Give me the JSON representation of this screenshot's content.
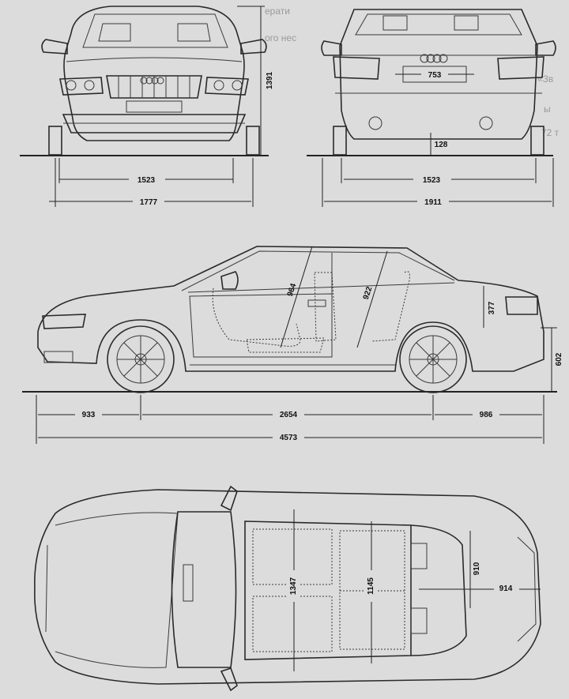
{
  "background_text": [
    "ерати",
    "ого нес",
    "«Зв",
    "ы",
    "72 т"
  ],
  "front_view": {
    "height": "1391",
    "track": "1523",
    "width": "1777"
  },
  "rear_view": {
    "plate_width": "753",
    "ground_clearance": "128",
    "track": "1523",
    "width_with_mirrors": "1911"
  },
  "side_view": {
    "front_overhang": "933",
    "wheelbase": "2654",
    "rear_overhang": "986",
    "length": "4573",
    "front_headroom_diag": "964",
    "rear_headroom_diag": "922",
    "trunk_height": "377",
    "bumper_height": "602"
  },
  "top_view": {
    "front_seat_width": "1347",
    "rear_seat_width": "1145",
    "trunk_width": "910",
    "trunk_length": "914"
  }
}
